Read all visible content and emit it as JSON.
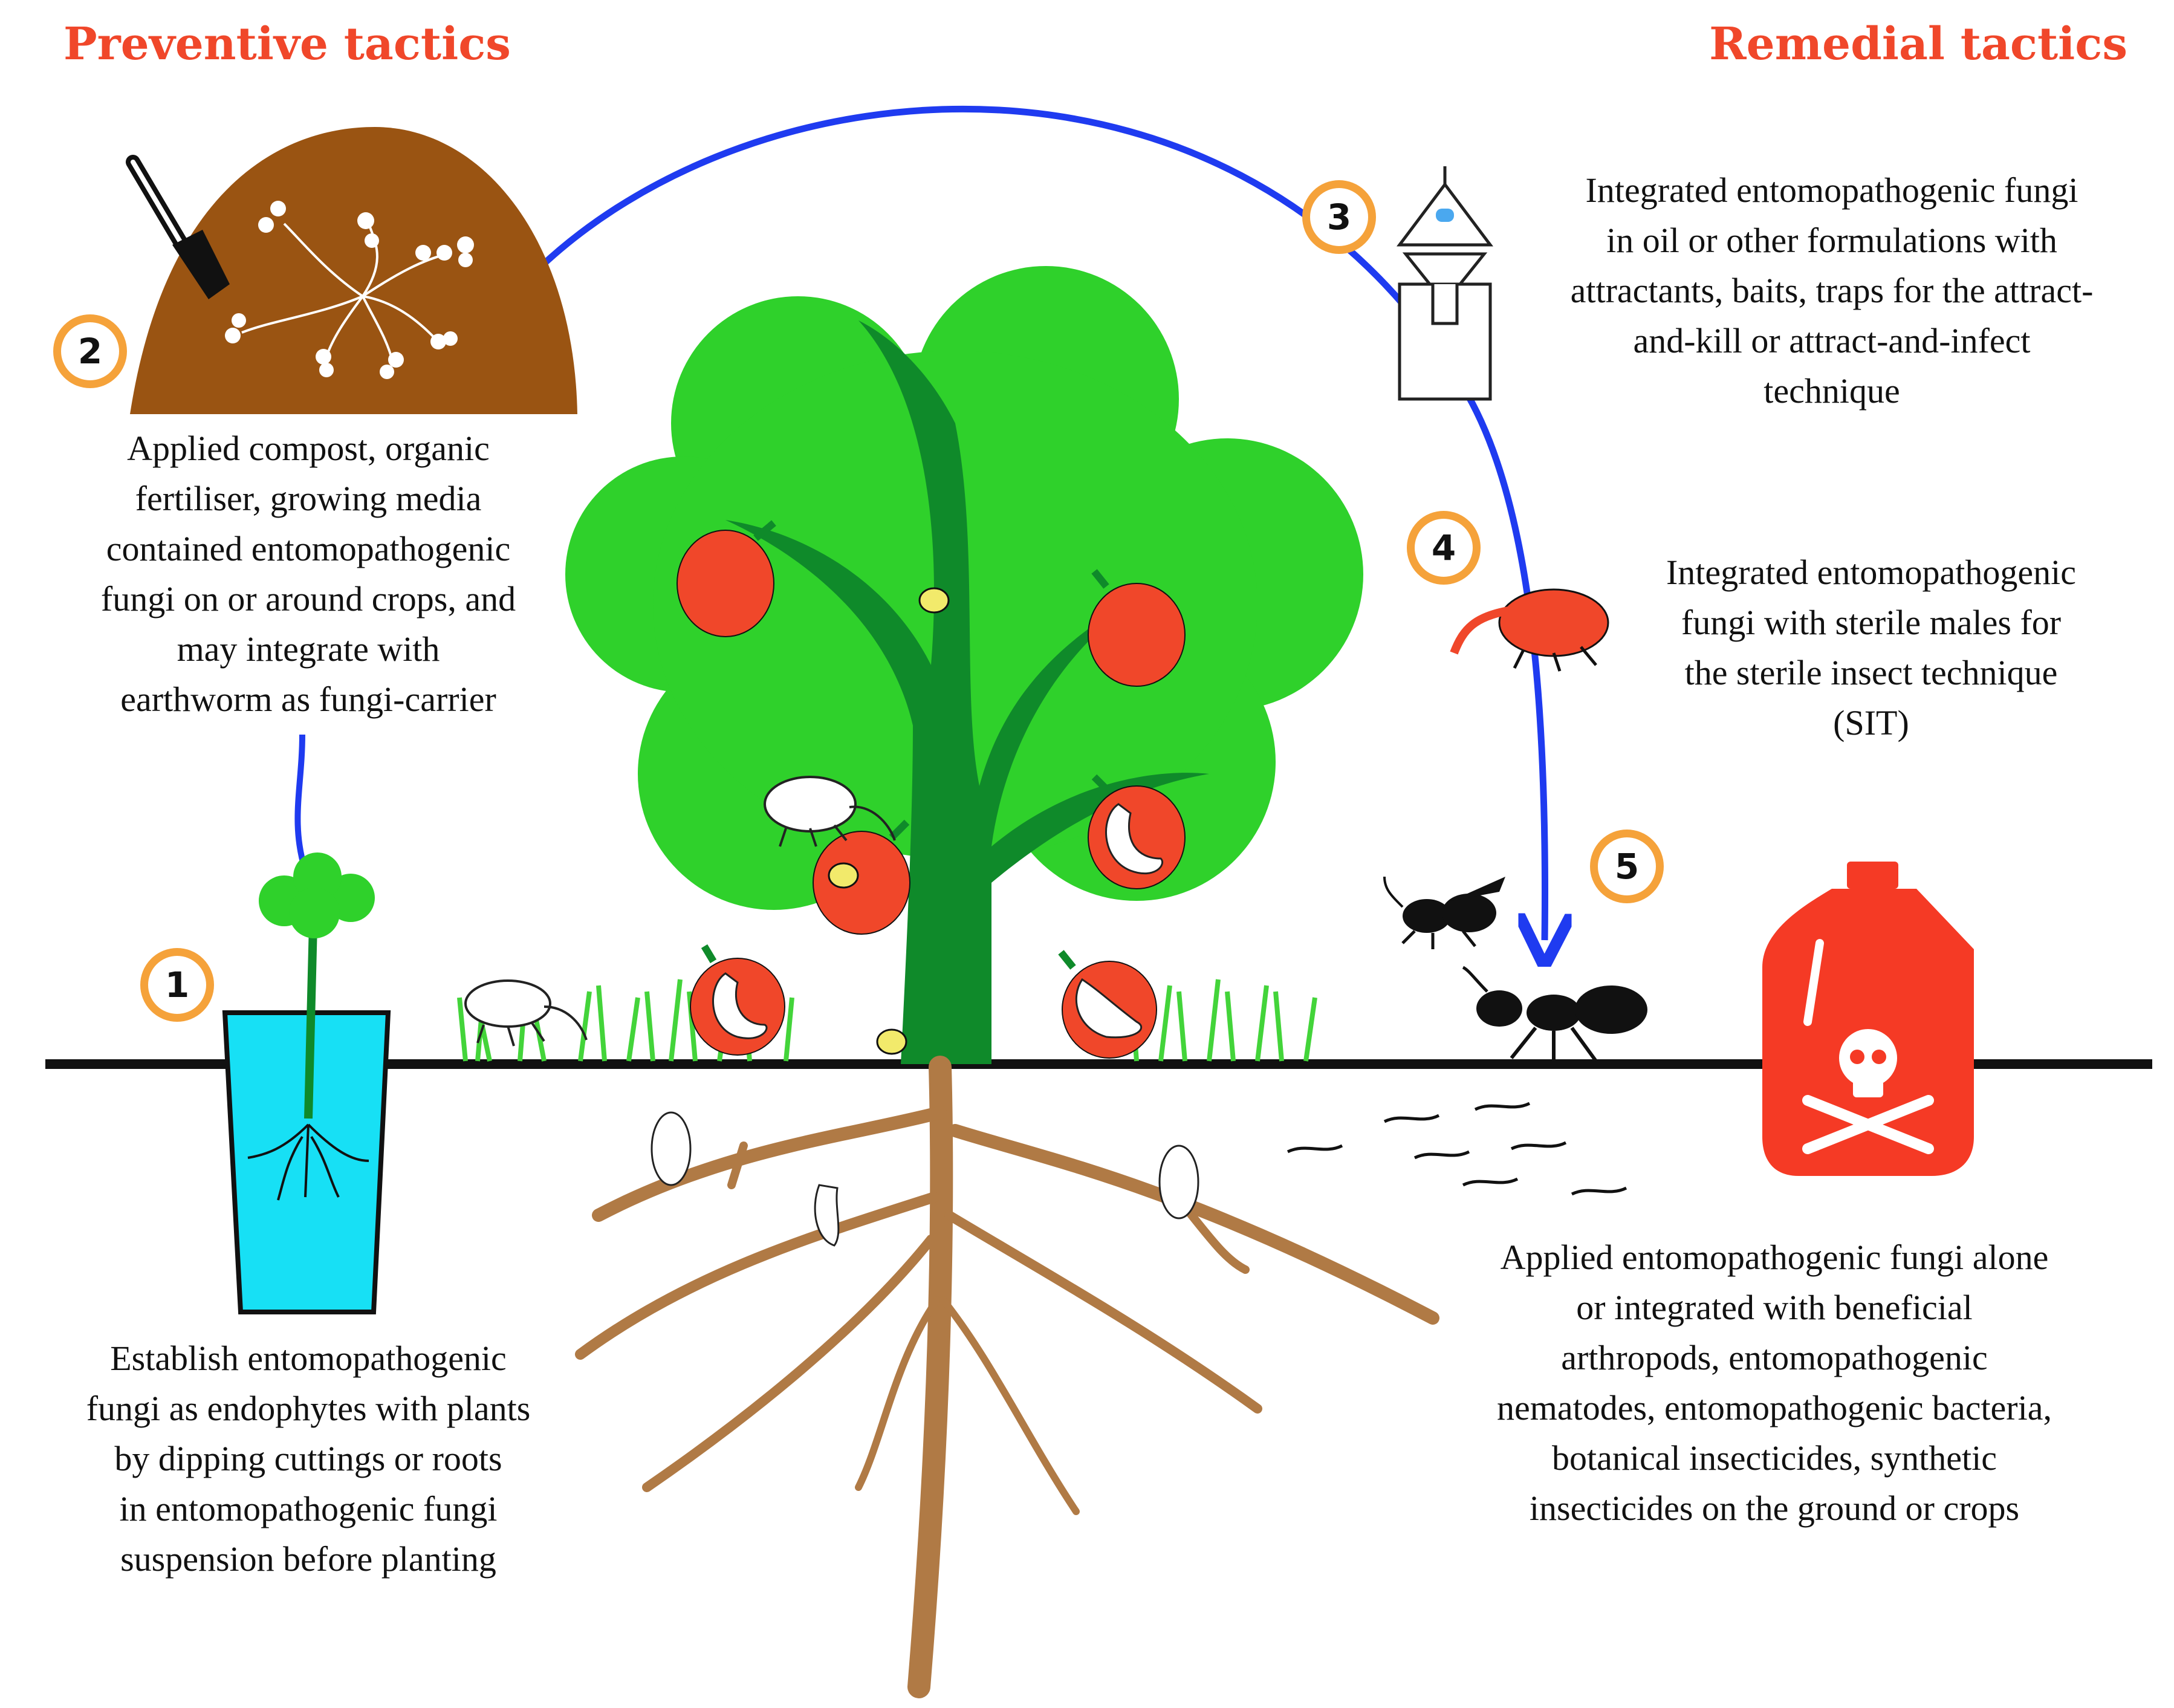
{
  "headings": {
    "preventive": "Preventive tactics",
    "remedial": "Remedial tactics"
  },
  "steps": [
    {
      "number": "1",
      "lines": [
        "Establish entomopathogenic",
        "fungi as endophytes with plants",
        "by dipping cuttings or roots",
        "in entomopathogenic fungi",
        "suspension before planting"
      ]
    },
    {
      "number": "2",
      "lines": [
        "Applied compost, organic",
        "fertiliser, growing media",
        "contained entomopathogenic",
        "fungi on or around crops, and",
        "may integrate with",
        "earthworm as fungi-carrier"
      ]
    },
    {
      "number": "3",
      "lines": [
        "Integrated entomopathogenic fungi",
        "in oil or other formulations with",
        "attractants, baits, traps for the attract-",
        "and-kill or attract-and-infect",
        "technique"
      ]
    },
    {
      "number": "4",
      "lines": [
        "Integrated entomopathogenic",
        "fungi with sterile males for",
        "the sterile insect technique",
        "(SIT)"
      ]
    },
    {
      "number": "5",
      "lines": [
        "Applied entomopathogenic fungi alone",
        "or integrated with beneficial",
        "arthropods, entomopathogenic",
        "nematodes, entomopathogenic bacteria,",
        "botanical insecticides, synthetic",
        "insecticides on the ground or crops"
      ]
    }
  ],
  "colors": {
    "heading": "#f0472a",
    "badge_ring": "#f5a23a",
    "arrow": "#1f3bf0",
    "canopy": "#2fd12b",
    "trunk": "#0f8a2a",
    "fruit": "#f0472a",
    "compost": "#9a5412",
    "roots": "#b07a45",
    "cup_water": "#17e0f5",
    "bottle": "#f53a25"
  },
  "icons": [
    "compost-mound-icon",
    "shovel-icon",
    "fungal-hyphae-icon",
    "seedling-icon",
    "water-cup-icon",
    "tree-icon",
    "fruit-icon",
    "larva-icon",
    "pupa-icon",
    "spore-icon",
    "weevil-icon",
    "grass-icon",
    "trap-icon",
    "red-weevil-icon",
    "wasp-icon",
    "ant-icon",
    "nematode-icon",
    "poison-bottle-icon",
    "skull-crossbones-icon"
  ]
}
